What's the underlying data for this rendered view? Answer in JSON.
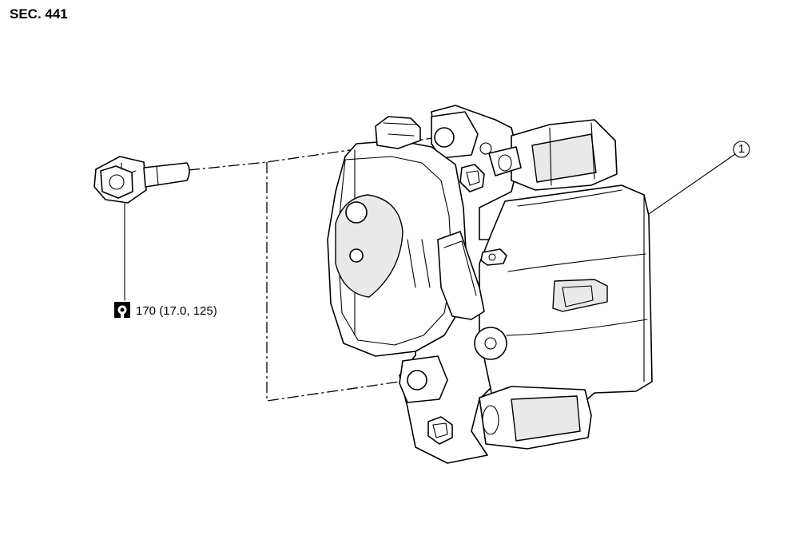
{
  "header": {
    "section": "SEC. 441"
  },
  "callouts": [
    {
      "number": "1",
      "target": "brake-caliper-assembly"
    }
  ],
  "torque": {
    "icon": "torque-wrench-icon",
    "value": "170 (17.0, 125)"
  }
}
